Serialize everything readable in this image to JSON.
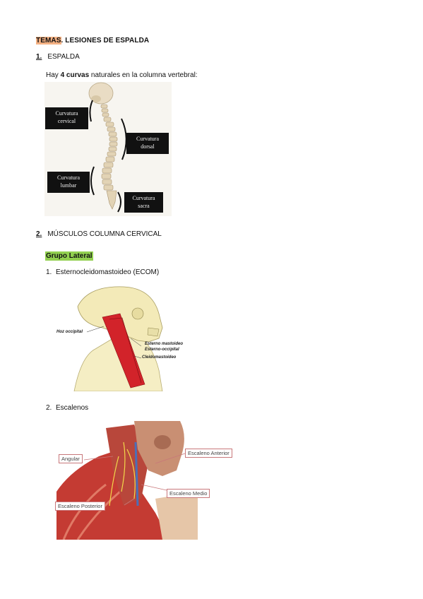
{
  "title": {
    "highlight": "TEMAS",
    "rest": ". LESIONES DE ESPALDA"
  },
  "section1": {
    "number": "1.",
    "label": "ESPALDA"
  },
  "intro": {
    "pre": "Hay ",
    "bold": "4 curvas",
    "post": " naturales en la columna vertebral:"
  },
  "spine_labels": {
    "cervical": [
      "Curvatura",
      "cervical"
    ],
    "dorsal": [
      "Curvatura",
      "dorsal"
    ],
    "lumbar": [
      "Curvatura",
      "lumbar"
    ],
    "sacra": [
      "Curvatura",
      "sacra"
    ]
  },
  "section2": {
    "number": "2.",
    "label": "MÚSCULOS COLUMNA CERVICAL"
  },
  "group": "Grupo Lateral",
  "items": [
    {
      "n": "1.",
      "label": "Esternocleidomastoideo (ECOM)"
    },
    {
      "n": "2.",
      "label": "Escalenos"
    }
  ],
  "ecom_labels": {
    "occipital": "Hoz occipital",
    "line1": "Esterno mastoideo",
    "line2": "Esterno-occipital",
    "line3": "Cleidomastoideo"
  },
  "scalene_labels": {
    "anterior": "Escaleno Anterior",
    "angular": "Angular",
    "medio": "Escaleno Medio",
    "posterior": "Escaleno Posterior"
  },
  "colors": {
    "title_highlight": "#f4b183",
    "group_highlight": "#92d050",
    "muscle": "#d2232a"
  }
}
